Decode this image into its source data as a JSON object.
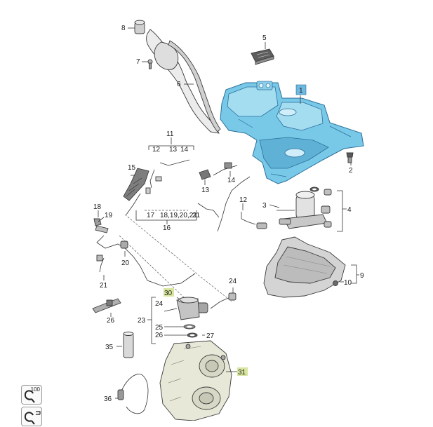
{
  "callouts": {
    "c1": "1",
    "c2": "2",
    "c3": "3",
    "c4": "4",
    "c5": "5",
    "c6": "6",
    "c7": "7",
    "c8": "8",
    "c9": "9",
    "c10": "10",
    "c11": "11",
    "c12a": "12",
    "c12b": "12",
    "c13a": "13",
    "c13b": "13",
    "c14a": "14",
    "c14b": "14",
    "c15": "15",
    "c16": "16",
    "c17": "17",
    "c18a": "18",
    "c18b": "18,19,20,21",
    "c19": "19",
    "c20": "20",
    "c21a": "21",
    "c21b": "21",
    "c23": "23",
    "c24a": "24",
    "c24b": "24",
    "c25": "25",
    "c26a": "26",
    "c26b": "26",
    "c27": "27",
    "c30": "30",
    "c31": "31",
    "c35": "35",
    "c36": "36"
  },
  "toolbar": {
    "zoom_label": "100"
  },
  "icons": [
    "zoom-in-icon",
    "zoom-fit-icon"
  ],
  "colors": {
    "highlight_fill": "#78c8e8",
    "highlight_stroke": "#2b6f9a",
    "callout_box": "#d8e6a0",
    "callout_box_blue": "#6fb8e0"
  }
}
